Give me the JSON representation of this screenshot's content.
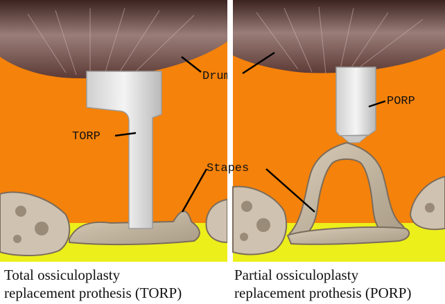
{
  "panels": {
    "left": {
      "caption_line1": "Total ossiculoplasty",
      "caption_line2": "replacement prothesis (TORP)",
      "label_torp": "TORP"
    },
    "right": {
      "caption_line1": "Partial ossiculoplasty",
      "caption_line2": "replacement prothesis (PORP)",
      "label_porp": "PORP"
    },
    "shared_labels": {
      "drum": "Drum",
      "stapes": "Stapes"
    }
  },
  "colors": {
    "middle_ear_space": "#f5820a",
    "tympanic_membrane": "#7a5a55",
    "membrane_dark": "#5a3a35",
    "prosthesis": "#e6e6e6",
    "bone": "#cfc2b0",
    "oval_window_floor": "#ecef1a"
  }
}
